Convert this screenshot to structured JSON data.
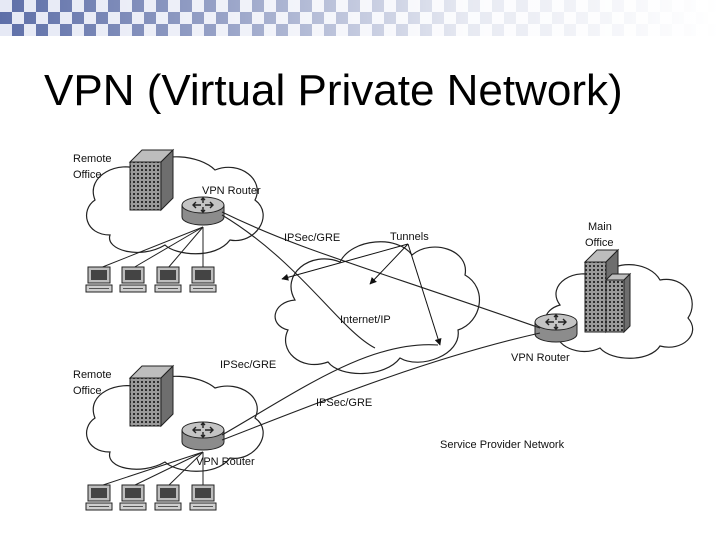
{
  "slide": {
    "title": "VPN (Virtual Private Network)"
  },
  "diagram": {
    "remote_office_top": {
      "label_line1": "Remote",
      "label_line2": "Office",
      "router_label": "VPN Router"
    },
    "remote_office_bottom": {
      "label_line1": "Remote",
      "label_line2": "Office",
      "router_label": "VPN Router"
    },
    "main_office": {
      "label_line1": "Main",
      "label_line2": "Office",
      "router_label": "VPN Router"
    },
    "internet_label": "Internet/IP",
    "tunnels_label": "Tunnels",
    "link_labels": [
      "IPSec/GRE",
      "IPSec/GRE",
      "IPSec/GRE"
    ],
    "provider_label": "Service Provider Network"
  },
  "colors": {
    "checker_dark": "#5e6fa8",
    "checker_light": "#e6e9f5",
    "line": "#222222"
  }
}
